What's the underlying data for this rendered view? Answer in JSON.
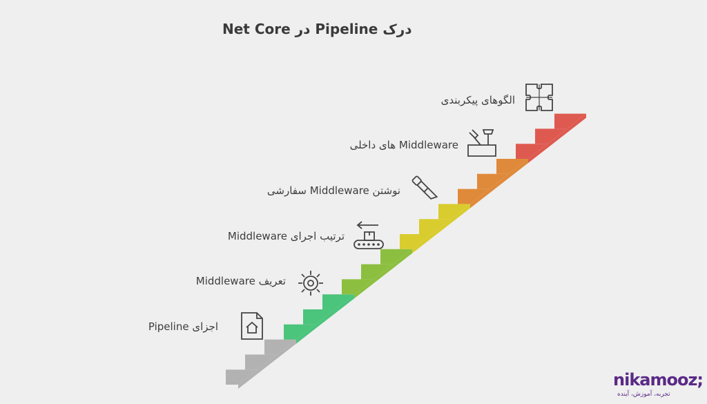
{
  "title": "درک  Pipeline در Net Core",
  "steps": [
    {
      "label": "اجزای Pipeline",
      "color": "#4bc47c",
      "icon": "document-house-icon"
    },
    {
      "label": "تعریف Middleware",
      "color": "#8cbf3f",
      "icon": "gear-icon"
    },
    {
      "label": "ترتیب اجرای Middleware",
      "color": "#d9cc2e",
      "icon": "conveyor-belt-icon"
    },
    {
      "label": "نوشتن  Middleware سفارشی",
      "color": "#df8a3a",
      "icon": "chisel-icon"
    },
    {
      "label": "Middleware های داخلی",
      "color": "#de5a50",
      "icon": "toolbox-icon"
    },
    {
      "label": "الگوهای پیکربندی",
      "color": "",
      "icon": "puzzle-icon"
    }
  ],
  "base_color": "#b2b2b2",
  "brand": {
    "name": "nikamooz;",
    "tagline": "تجربه، آموزش، آینده"
  }
}
